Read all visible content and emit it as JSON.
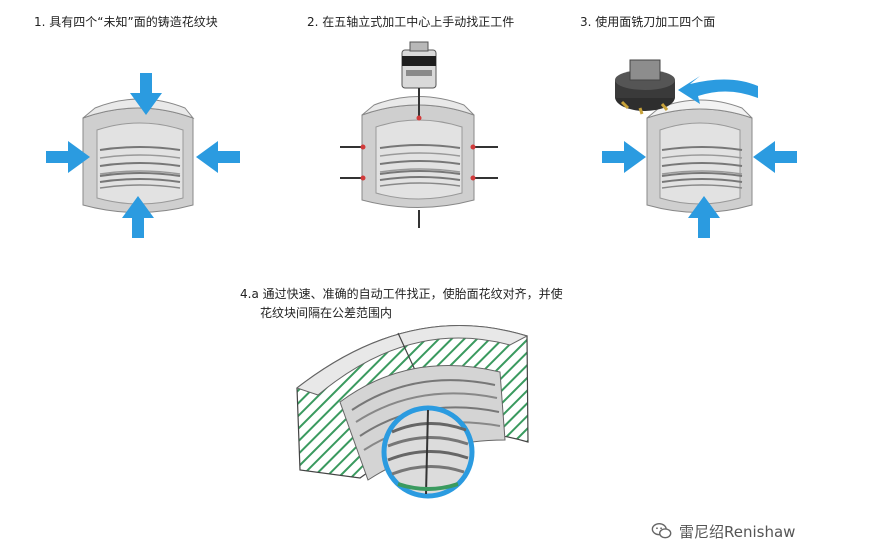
{
  "steps": {
    "step1": "1. 具有四个“未知”面的铸造花纹块",
    "step2": "2. 在五轴立式加工中心上手动找正工件",
    "step3": "3. 使用面铣刀加工四个面",
    "step4_line1": "4.a 通过快速、准确的自动工件找正，使胎面花纹对齐，并使",
    "step4_line2": "花纹块间隔在公差范围内"
  },
  "watermark": {
    "text": "雷尼绍Renishaw",
    "icon": "wechat-icon"
  },
  "colors": {
    "arrow": "#2b9be0",
    "block_face": "#e6e6e6",
    "block_side": "#b9b9b9",
    "hatch": "#3a9a5f",
    "probe_contact": "#d23b3b"
  }
}
